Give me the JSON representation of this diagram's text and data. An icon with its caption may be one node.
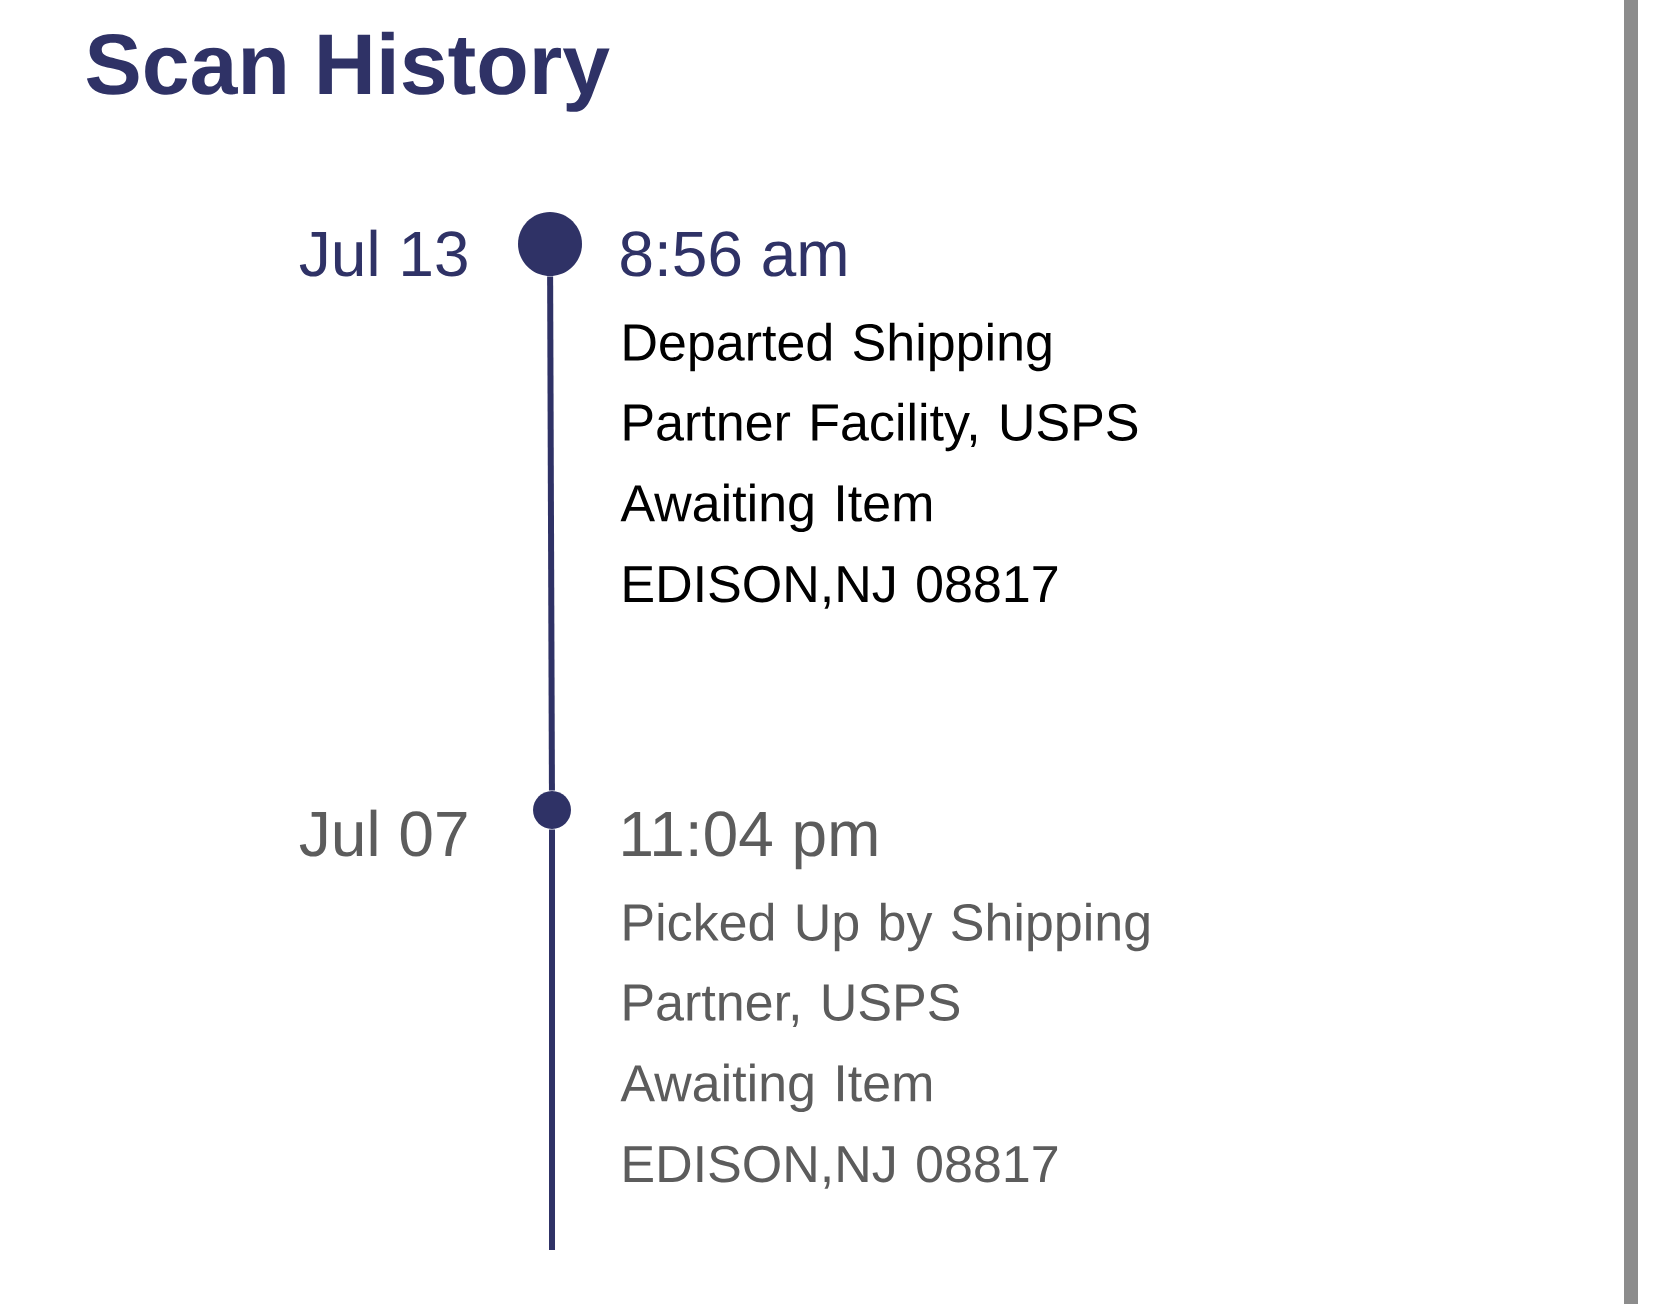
{
  "diagram": {
    "title": "Scan History",
    "nodes": [
      {
        "text": [],
        "shape": "circle",
        "beside": [
          "Jul 13",
          "8:56 am",
          "Departed Shipping Partner Facility, USPS",
          "Awaiting Item",
          "EDISON,NJ 08817"
        ]
      },
      {
        "text": [],
        "shape": "circle",
        "beside": [
          "Jul 07",
          "11:04 pm",
          "Picked Up by Shipping Partner, USPS",
          "Awaiting Item",
          "EDISON,NJ 08817"
        ]
      }
    ],
    "edges": [
      {
        "from": 0,
        "to": 1,
        "arrow": "none"
      },
      {
        "from": 1,
        "to": null,
        "arrow": "none"
      }
    ]
  }
}
